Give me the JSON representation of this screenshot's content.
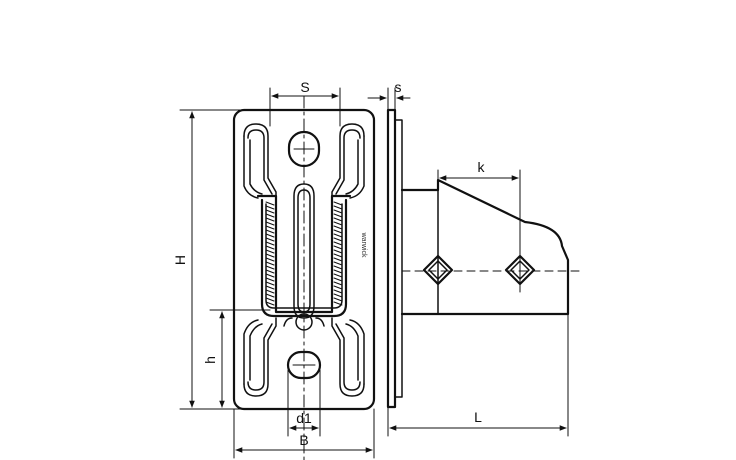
{
  "dimensions": {
    "S": "S",
    "s": "s",
    "k": "k",
    "H": "H",
    "h": "h",
    "d1": "d1",
    "B": "B",
    "L": "L"
  },
  "plate_marking": "warwick",
  "colors": {
    "line": "#111111",
    "background": "#ffffff"
  }
}
